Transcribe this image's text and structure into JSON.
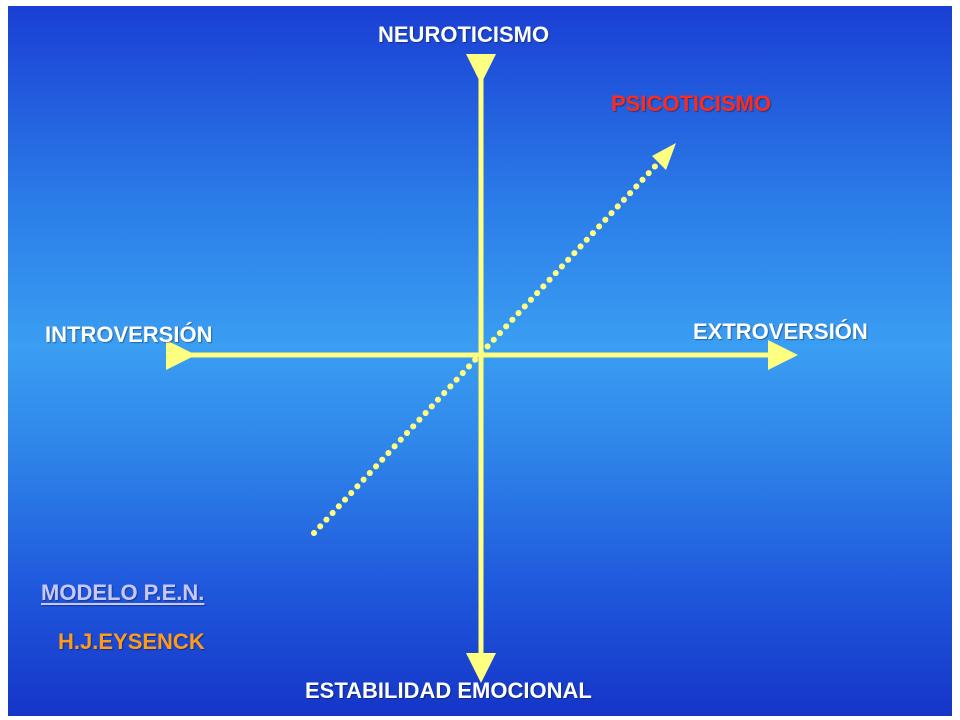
{
  "diagram": {
    "axes": {
      "vertical_top": "NEUROTICISMO",
      "vertical_bottom": "ESTABILIDAD EMOCIONAL",
      "horizontal_left": "INTROVERSIÓN",
      "horizontal_right": "EXTROVERSIÓN",
      "diagonal": "PSICOTICISMO"
    },
    "model_title": "MODELO P.E.N.",
    "author": "H.J.EYSENCK"
  },
  "colors": {
    "arrows": "#ffff80",
    "axis_text": "#ffffff",
    "diagonal_text": "#ff2a1a",
    "model_title": "#c8c8ff",
    "author": "#ff9a1a",
    "background_top": "#1a3fd4",
    "background_mid": "#3a9ef2",
    "background_bottom": "#1535c8"
  }
}
